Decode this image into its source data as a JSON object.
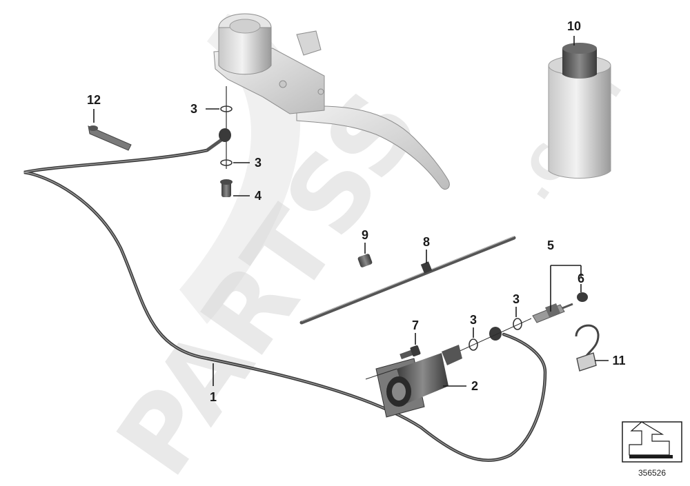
{
  "diagram": {
    "reference_number": "356526",
    "watermark": {
      "brand": "PARTSS",
      "suffix": ".COM"
    },
    "callouts": [
      {
        "id": "c1",
        "label": "1"
      },
      {
        "id": "c2",
        "label": "2"
      },
      {
        "id": "c3a",
        "label": "3"
      },
      {
        "id": "c3b",
        "label": "3"
      },
      {
        "id": "c3c",
        "label": "3"
      },
      {
        "id": "c3d",
        "label": "3"
      },
      {
        "id": "c4",
        "label": "4"
      },
      {
        "id": "c5",
        "label": "5"
      },
      {
        "id": "c6",
        "label": "6"
      },
      {
        "id": "c7",
        "label": "7"
      },
      {
        "id": "c8",
        "label": "8"
      },
      {
        "id": "c9",
        "label": "9"
      },
      {
        "id": "c10",
        "label": "10"
      },
      {
        "id": "c11",
        "label": "11"
      },
      {
        "id": "c12",
        "label": "12"
      }
    ]
  },
  "colors": {
    "part_light": "#d9d9d9",
    "part_mid": "#a8a8a8",
    "part_dark": "#555555",
    "line": "#2b2b2b",
    "watermark": "#d8d8d8"
  }
}
